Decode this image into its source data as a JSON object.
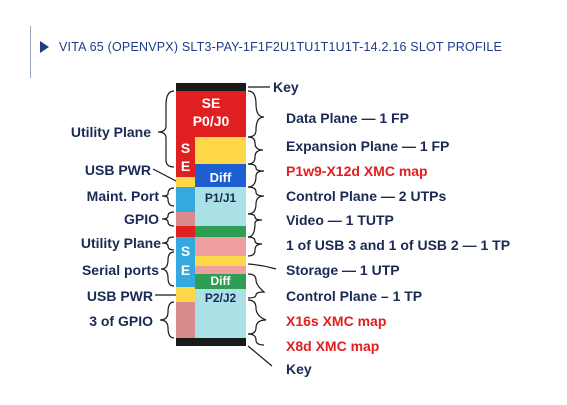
{
  "title": "VITA 65 (OPENVPX) SLT3-PAY-1F1F2U1TU1T1U1T-14.2.16 SLOT PROFILE",
  "slot": {
    "p0_label_line1": "SE",
    "p0_label_line2": "P0/J0",
    "se_upper_s": "S",
    "se_upper_e": "E",
    "diff_upper": "Diff",
    "p1_label": "P1/J1",
    "se_lower_s": "S",
    "se_lower_e": "E",
    "diff_lower": "Diff",
    "p2_label": "P2/J2"
  },
  "left_labels": [
    "Utility Plane",
    "USB PWR",
    "Maint. Port",
    "GPIO",
    "Utility Plane",
    "Serial ports",
    "USB PWR",
    "3 of GPIO"
  ],
  "right_labels": [
    "Key",
    "Data Plane — 1 FP",
    "Expansion Plane — 1 FP",
    "P1w9-X12d XMC map",
    "Control Plane — 2 UTPs",
    "Video — 1 TUTP",
    "1 of USB 3 and 1 of USB 2 — 1 TP",
    "Storage — 1 UTP",
    "Control Plane – 1 TP",
    "X16s XMC map",
    "X8d XMC map",
    "Key"
  ],
  "colors": {
    "title": "#1f3c88",
    "label": "#1a2a55",
    "highlight": "#e02020",
    "key": "#1a1a1a",
    "se_red": "#e02020",
    "yellow": "#ffd84a",
    "diff_blue": "#1d5fd1",
    "light_blue": "#a9e1e7",
    "mid_blue": "#33a9e0",
    "green": "#2f9e55",
    "pink": "#ef9f9f",
    "rose": "#d98a8a"
  }
}
